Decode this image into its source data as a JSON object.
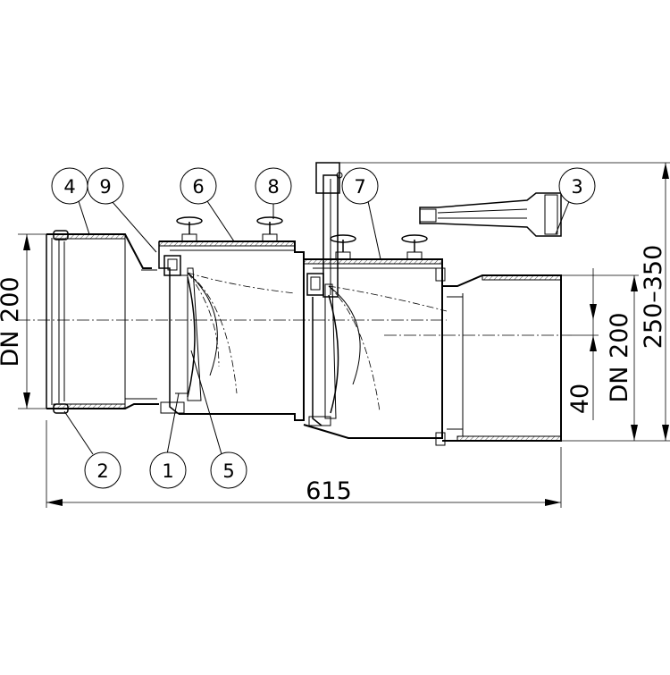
{
  "callouts": [
    "1",
    "2",
    "3",
    "4",
    "5",
    "6",
    "7",
    "8",
    "9"
  ],
  "dimensions": {
    "overall_length": "615",
    "inlet_nominal": "DN 200",
    "outlet_nominal": "DN 200",
    "offset": "40",
    "height_range": "250–350"
  }
}
